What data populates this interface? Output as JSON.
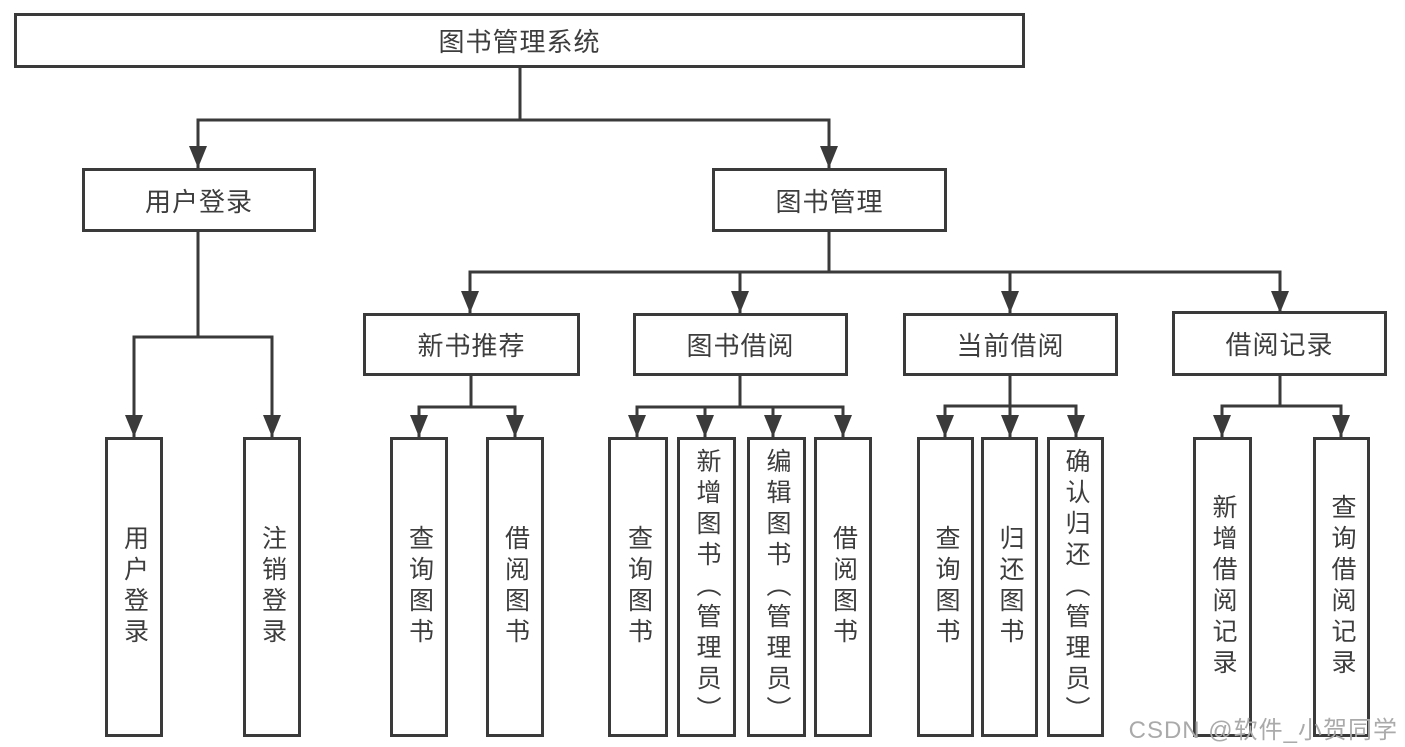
{
  "tree": {
    "root_label": "图书管理系统",
    "branches": [
      {
        "label": "用户登录",
        "children": [
          {
            "label": "用户登录"
          },
          {
            "label": "注销登录"
          }
        ]
      },
      {
        "label": "图书管理",
        "children": [
          {
            "label": "新书推荐",
            "children": [
              {
                "label": "查询图书"
              },
              {
                "label": "借阅图书"
              }
            ]
          },
          {
            "label": "图书借阅",
            "children": [
              {
                "label": "查询图书"
              },
              {
                "label": "新增图书（管理员）"
              },
              {
                "label": "编辑图书（管理员）"
              },
              {
                "label": "借阅图书"
              }
            ]
          },
          {
            "label": "当前借阅",
            "children": [
              {
                "label": "查询图书"
              },
              {
                "label": "归还图书"
              },
              {
                "label": "确认归还（管理员）"
              }
            ]
          },
          {
            "label": "借阅记录",
            "children": [
              {
                "label": "新增借阅记录"
              },
              {
                "label": "查询借阅记录"
              }
            ]
          }
        ]
      }
    ]
  },
  "watermark": {
    "text": "CSDN @软件_小贺同学"
  },
  "colors": {
    "line": "#3a3a3a",
    "text": "#3d3d3d",
    "background": "#ffffff",
    "watermark": "#aaaaaa"
  }
}
